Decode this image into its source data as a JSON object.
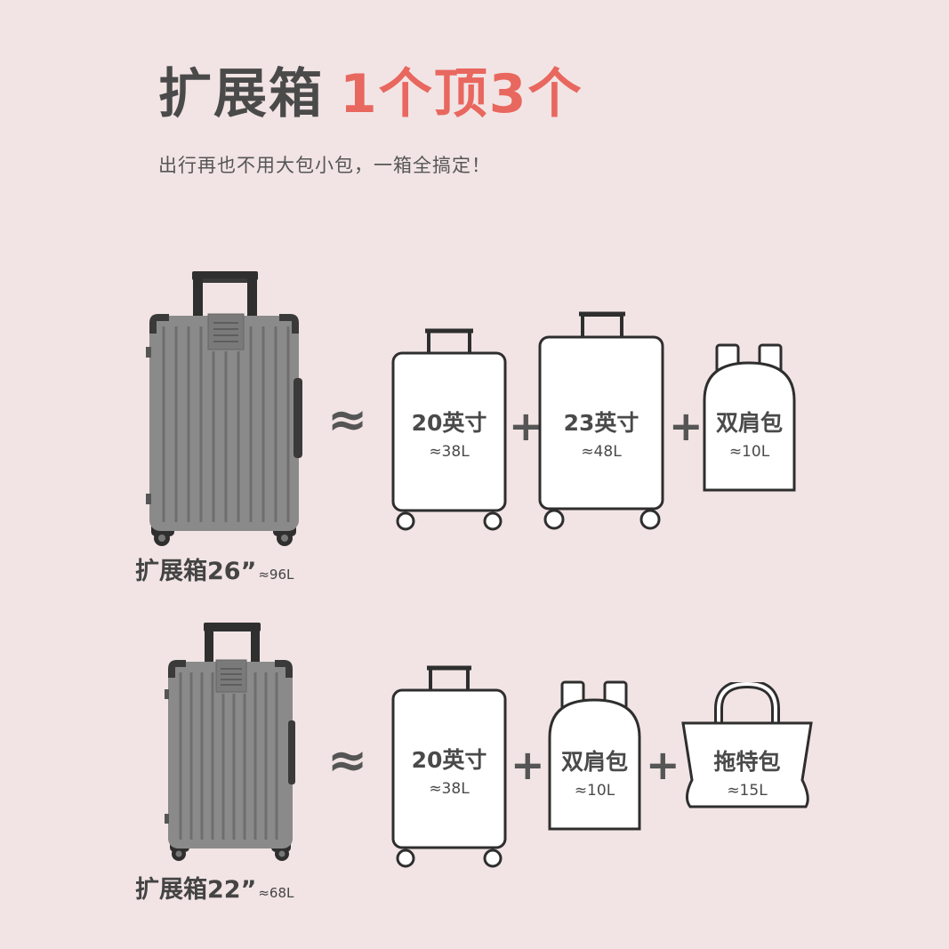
{
  "header": {
    "title_main": "扩展箱",
    "title_accent": "1个顶3个",
    "subtitle": "出行再也不用大包小包，一箱全搞定！"
  },
  "colors": {
    "background": "#f2e4e4",
    "accent": "#e8675e",
    "suitcase": "#8d8d8d",
    "outline": "#2e2e2e"
  },
  "comparisons": [
    {
      "case_name": "扩展箱26”",
      "case_volume": "≈96L",
      "approx_symbol": "≈",
      "plus_symbol": "+",
      "items": [
        {
          "icon": "suitcase-icon",
          "name": "20英寸",
          "volume": "≈38L"
        },
        {
          "icon": "suitcase-icon",
          "name": "23英寸",
          "volume": "≈48L"
        },
        {
          "icon": "backpack-icon",
          "name": "双肩包",
          "volume": "≈10L"
        }
      ]
    },
    {
      "case_name": "扩展箱22”",
      "case_volume": "≈68L",
      "approx_symbol": "≈",
      "plus_symbol": "+",
      "items": [
        {
          "icon": "suitcase-icon",
          "name": "20英寸",
          "volume": "≈38L"
        },
        {
          "icon": "backpack-icon",
          "name": "双肩包",
          "volume": "≈10L"
        },
        {
          "icon": "tote-bag-icon",
          "name": "拖特包",
          "volume": "≈15L"
        }
      ]
    }
  ]
}
